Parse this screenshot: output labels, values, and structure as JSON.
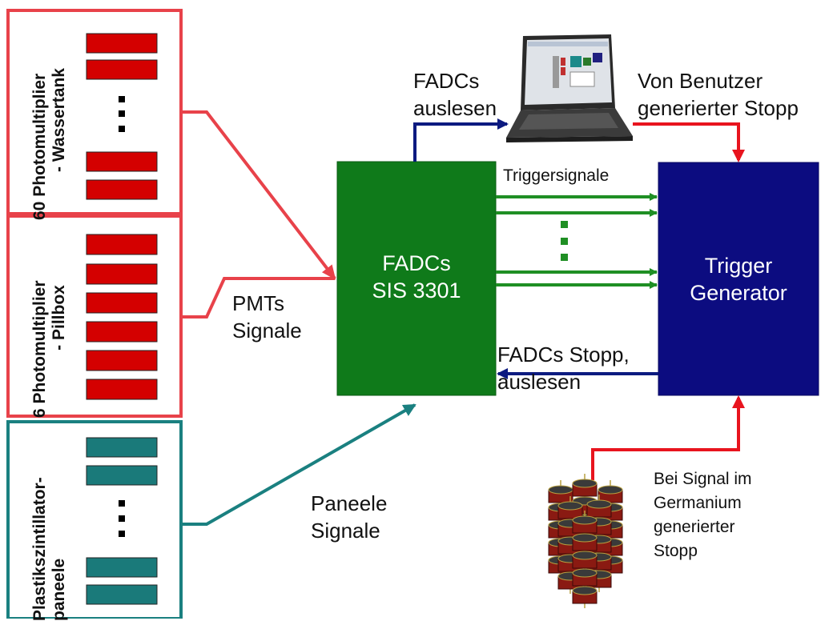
{
  "groups": {
    "wassertank": {
      "line1": "60 Photomultiplier",
      "line2": "- Wassertank"
    },
    "pillbox": {
      "line1": "6 Photomultiplier",
      "line2": "- Pillbox"
    },
    "paneele": {
      "line1": "Plastikszintillator-",
      "line2": "paneele"
    }
  },
  "boxes": {
    "fadc": {
      "line1": "FADCs",
      "line2": "SIS 3301"
    },
    "trigger": {
      "line1": "Trigger",
      "line2": "Generator"
    }
  },
  "labels": {
    "fadc_read_1": "FADCs",
    "fadc_read_2": "auslesen",
    "user_stop_1": "Von Benutzer",
    "user_stop_2": "generierter Stopp",
    "trigger_signals": "Triggersignale",
    "pmt_1": "PMTs",
    "pmt_2": "Signale",
    "stop_1": "FADCs Stopp,",
    "stop_2": "auslesen",
    "panel_1": "Paneele",
    "panel_2": "Signale",
    "ge_1": "Bei Signal im",
    "ge_2": "Germanium",
    "ge_3": "generierter",
    "ge_4": "Stopp"
  },
  "colors": {
    "pmt_red": "#e8424a",
    "bar_red": "#d40000",
    "panel_teal": "#1a8080",
    "bar_teal": "#1a7a7a",
    "fadc_green": "#0f7a1a",
    "trigger_navy": "#0c0c80",
    "arrow_green": "#1f8f24",
    "arrow_navy": "#0c1a80",
    "arrow_red": "#e8141e"
  },
  "icons": {
    "laptop": "laptop-icon",
    "germanium": "germanium-detector-array-icon"
  }
}
